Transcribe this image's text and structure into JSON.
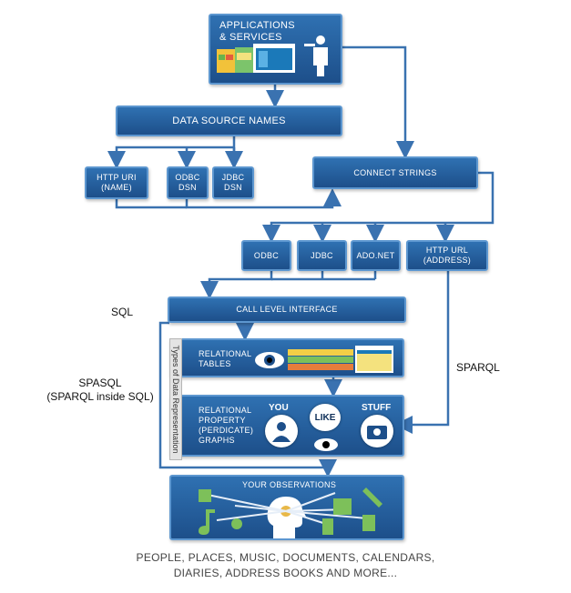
{
  "boxes": {
    "applications": "APPLICATIONS\n& SERVICES",
    "data_source_names": "DATA SOURCE NAMES",
    "http_uri": "HTTP URI\n(NAME)",
    "odbc_dsn": "ODBC\nDSN",
    "jdbc_dsn": "JDBC\nDSN",
    "connect_strings": "CONNECT STRINGS",
    "odbc": "ODBC",
    "jdbc": "JDBC",
    "ado_net": "ADO.NET",
    "http_url": "HTTP URL\n(ADDRESS)",
    "call_level_interface": "CALL LEVEL INTERFACE",
    "relational_tables": "RELATIONAL\nTABLES",
    "relational_property_graphs": "RELATIONAL\nPROPERTY\n(PERDICATE)\nGRAPHS",
    "your_observations": "YOUR OBSERVATIONS"
  },
  "graph_labels": {
    "you": "YOU",
    "like": "LIKE",
    "stuff": "STUFF"
  },
  "vertical_tab": "Types of Data Representation",
  "side_labels": {
    "sql": "SQL",
    "spasql": "SPASQL\n(SPARQL inside SQL)",
    "sparql": "SPARQL"
  },
  "footer": {
    "line1": "PEOPLE, PLACES, MUSIC, DOCUMENTS, CALENDARS,",
    "line2": "DIARIES, ADDRESS BOOKS AND MORE..."
  },
  "colors": {
    "box_fill": "#1d4f8a",
    "box_border": "#5d97d0",
    "connector": "#3a72b0"
  },
  "icons": [
    "web-apps-icon",
    "waiter-icon",
    "eye-icon",
    "table-icon",
    "person-icon",
    "camera-icon",
    "head-icon",
    "music-note-icon",
    "calendar-icon",
    "document-icon",
    "pen-icon",
    "chart-icon"
  ]
}
